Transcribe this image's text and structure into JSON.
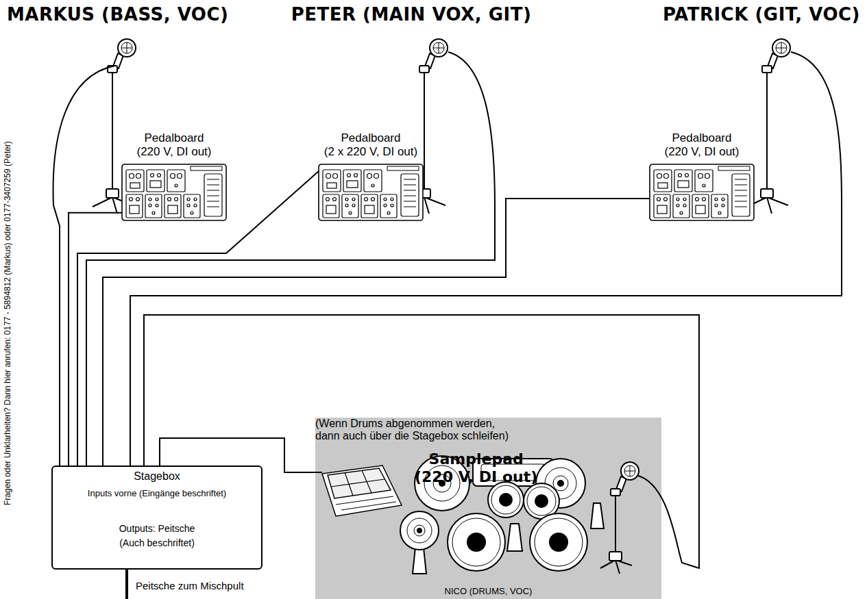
{
  "diagram": {
    "nodes": [
      {
        "text": [
          "Pedalboard (220 V, DI out)"
        ]
      },
      {
        "text": [
          "Pedalboard (2 x 220 V, DI out)"
        ]
      },
      {
        "text": [
          "Pedalboard (220 V, DI out)"
        ]
      },
      {
        "text": [
          "Stagebox",
          "Inputs vorne (Eingänge beschriftet)",
          "Outputs: Peitsche (Auch beschriftet)"
        ]
      },
      {
        "text": [
          "NICO (DRUMS, VOC)",
          "(Wenn Drums abgenommen werden, dann auch über die Stagebox schleifen)"
        ]
      },
      {
        "text": [
          "Samplepad (220 V, DI out)"
        ],
        "in": 4
      }
    ],
    "edges": [
      {
        "from": 0,
        "to": 3,
        "arrow": "none"
      },
      {
        "from": 1,
        "to": 3,
        "arrow": "none"
      },
      {
        "from": 2,
        "to": 3,
        "arrow": "none"
      },
      {
        "from": 5,
        "to": 3,
        "arrow": "none"
      }
    ],
    "labels": [
      "MARKUS (BASS, VOC)",
      "PETER (MAIN VOX, GIT)",
      "PATRICK (GIT, VOC)",
      "Fragen oder Unklarheiten? Dann hier anrufen: 0177 - 5894812 (Markus) oder 0177-3407259 (Peter)",
      "Peitsche zum Mischpult"
    ]
  }
}
